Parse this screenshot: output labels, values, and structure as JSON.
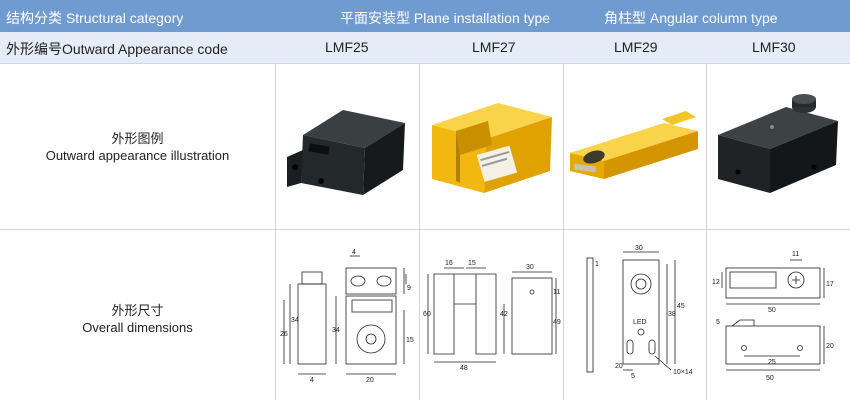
{
  "header": {
    "structural": "结构分类 Structural category",
    "plane": "平面安装型 Plane installation type",
    "angular": "角柱型 Angular column type"
  },
  "code_row": {
    "label": "外形编号Outward Appearance code",
    "models": [
      "LMF25",
      "LMF27",
      "LMF29",
      "LMF30"
    ]
  },
  "illustration_row": {
    "label_cn": "外形图例",
    "label_en": "Outward appearance illustration"
  },
  "dimensions_row": {
    "label_cn": "外形尺寸",
    "label_en": "Overall dimensions"
  },
  "drawings": {
    "lmf25": {
      "top_w": "4",
      "h1": "9",
      "total_h": "34",
      "h2": "26",
      "h3": "34",
      "h4": "15",
      "base": "4",
      "width": "20"
    },
    "lmf27": {
      "gap_a": "16",
      "gap_b": "15",
      "h_left": "60",
      "h_right": "42",
      "width": "48",
      "side_w": "30",
      "side_h1": "11",
      "side_h2": "49"
    },
    "lmf29": {
      "thick": "1",
      "width": "30",
      "h1": "38",
      "h2": "45",
      "led": "LED",
      "w1": "20",
      "w2": "5",
      "slot": "10×14"
    },
    "lmf30": {
      "w_top": "11",
      "h_left": "12",
      "h_right": "17",
      "width_top": "50",
      "h_small": "5",
      "h_side": "20",
      "w_holes": "25",
      "width_bottom": "50"
    }
  },
  "colors": {
    "header_bg": "#6f9bd0",
    "subheader_bg": "#e3ecf7",
    "sensor_yellow": "#f5c21b",
    "sensor_black": "#1e2326"
  }
}
